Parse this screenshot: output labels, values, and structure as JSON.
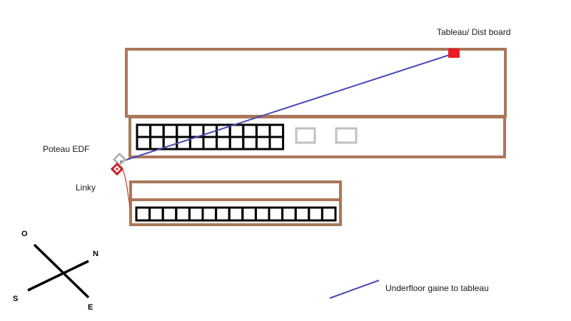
{
  "labels": {
    "tableau": "Tableau/ Dist board",
    "poteau": "Poteau EDF",
    "linky": "Linky",
    "legend": "Underfloor gaine to tableau"
  },
  "compass": {
    "north": "N",
    "south": "S",
    "east": "E",
    "west": "O"
  },
  "colors": {
    "building": "#a9785a",
    "gaine": "#4848b4",
    "tableau": "#ec1c24",
    "panel_grid": "#000000",
    "empty_panel": "#c0c0c0",
    "cable": "#c0392b"
  },
  "panel_rows": {
    "upper_columns": 11,
    "upper_rows": 2,
    "lower_columns": 15,
    "lower_rows": 1,
    "empty_panels": 2
  }
}
